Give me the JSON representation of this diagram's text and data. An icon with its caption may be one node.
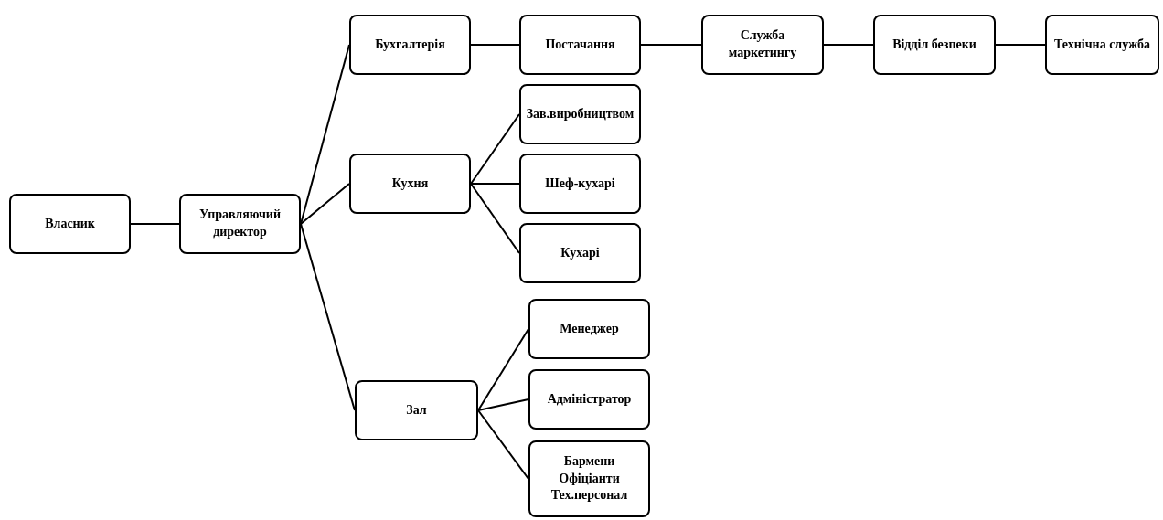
{
  "diagram": {
    "nodes": [
      {
        "text": [
          "Власник"
        ]
      },
      {
        "text": [
          "Управляючий директор"
        ]
      },
      {
        "text": [
          "Бухгалтерія"
        ]
      },
      {
        "text": [
          "Постачання"
        ]
      },
      {
        "text": [
          "Служба маркетингу"
        ]
      },
      {
        "text": [
          "Відділ безпеки"
        ]
      },
      {
        "text": [
          "Технічна служба"
        ]
      },
      {
        "text": [
          "Кухня"
        ]
      },
      {
        "text": [
          "Зав.виробництвом"
        ]
      },
      {
        "text": [
          "Шеф-кухарі"
        ]
      },
      {
        "text": [
          "Кухарі"
        ]
      },
      {
        "text": [
          "Зал"
        ]
      },
      {
        "text": [
          "Менеджер"
        ]
      },
      {
        "text": [
          "Адміністратор"
        ]
      },
      {
        "text": [
          "Бармени Офіціанти Тех.персонал"
        ]
      }
    ],
    "edges": [
      {
        "from": 0,
        "to": 1,
        "arrow": "none"
      },
      {
        "from": 1,
        "to": 2,
        "arrow": "none"
      },
      {
        "from": 2,
        "to": 3,
        "arrow": "none"
      },
      {
        "from": 3,
        "to": 4,
        "arrow": "none"
      },
      {
        "from": 4,
        "to": 5,
        "arrow": "none"
      },
      {
        "from": 5,
        "to": 6,
        "arrow": "none"
      },
      {
        "from": 1,
        "to": 7,
        "arrow": "none"
      },
      {
        "from": 7,
        "to": 8,
        "arrow": "none"
      },
      {
        "from": 7,
        "to": 9,
        "arrow": "none"
      },
      {
        "from": 7,
        "to": 10,
        "arrow": "none"
      },
      {
        "from": 1,
        "to": 11,
        "arrow": "none"
      },
      {
        "from": 11,
        "to": 12,
        "arrow": "none"
      },
      {
        "from": 11,
        "to": 13,
        "arrow": "none"
      },
      {
        "from": 11,
        "to": 14,
        "arrow": "none"
      }
    ]
  }
}
